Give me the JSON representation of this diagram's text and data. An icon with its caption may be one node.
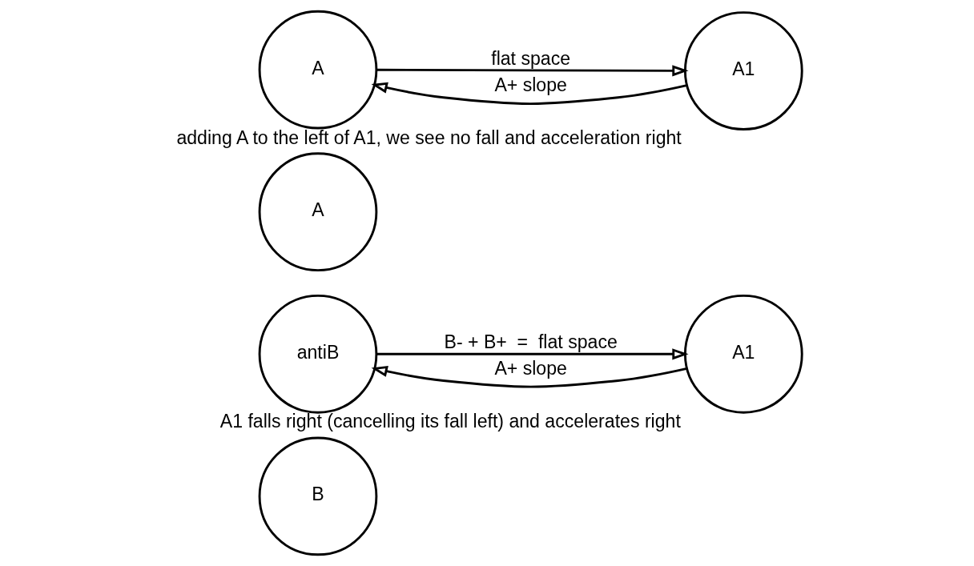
{
  "diagram": {
    "nodes": [
      {
        "text": [
          "B"
        ]
      },
      {
        "text": [
          "antiB"
        ]
      },
      {
        "text": [
          "A"
        ]
      },
      {
        "text": [
          "A1"
        ],
        "beside": [
          "A1 falls right (cancelling its fall left) and accelerates right"
        ]
      },
      {
        "text": [
          "A"
        ]
      },
      {
        "text": [
          "A1"
        ],
        "beside": [
          "adding A to the left of A1, we see no fall and acceleration right"
        ]
      }
    ],
    "edges": [
      {
        "from": 1,
        "to": 3,
        "arrow": "to",
        "label": "B- + B+  =  flat space"
      },
      {
        "from": 3,
        "to": 1,
        "arrow": "to",
        "label": "A+ slope"
      },
      {
        "from": 4,
        "to": 5,
        "arrow": "to",
        "label": "flat space"
      },
      {
        "from": 5,
        "to": 4,
        "arrow": "to",
        "label": "A+ slope"
      }
    ]
  }
}
